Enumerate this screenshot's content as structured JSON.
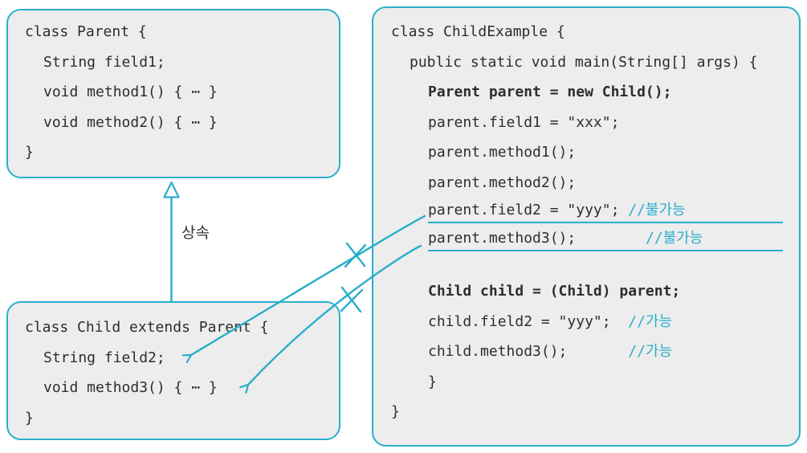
{
  "colors": {
    "accent": "#2aaecd",
    "box_fill": "#ededed",
    "text": "#2d2d2d"
  },
  "inheritance_arrow": {
    "label": "상속"
  },
  "boxes": {
    "parent": {
      "lines": [
        {
          "t": "class Parent {",
          "indent": 0
        },
        {
          "t": "String field1;",
          "indent": 1
        },
        {
          "t": "void method1() { ⋯ }",
          "indent": 1
        },
        {
          "t": "void method2() { ⋯ }",
          "indent": 1
        },
        {
          "t": "}",
          "indent": 0
        }
      ]
    },
    "child": {
      "lines": [
        {
          "t": "class Child extends Parent {",
          "indent": 0
        },
        {
          "t": "String field2;",
          "indent": 1
        },
        {
          "t": "void method3() { ⋯ }",
          "indent": 1
        },
        {
          "t": "}",
          "indent": 0
        }
      ]
    },
    "example": {
      "lines": [
        {
          "t": "class ChildExample {",
          "indent": 0
        },
        {
          "t": "public static void main(String[] args) {",
          "indent": 1
        },
        {
          "t": "Parent parent = new Child();",
          "indent": 2,
          "bold": true
        },
        {
          "t": "parent.field1 = \"xxx\";",
          "indent": 2
        },
        {
          "t": "parent.method1();",
          "indent": 2
        },
        {
          "t": "parent.method2();",
          "indent": 2
        },
        {
          "t": "parent.field2 = \"yyy\"; ",
          "indent": 2,
          "comment": "//불가능",
          "underline": true
        },
        {
          "t": "parent.method3();        ",
          "indent": 2,
          "comment": "//불가능",
          "underline": true
        },
        {
          "blank": true
        },
        {
          "t": "Child child = (Child) parent;",
          "indent": 2,
          "bold": true
        },
        {
          "t": "child.field2 = \"yyy\";  ",
          "indent": 2,
          "comment": "//가능"
        },
        {
          "t": "child.method3();       ",
          "indent": 2,
          "comment": "//가능"
        },
        {
          "t": "}",
          "indent": 2
        },
        {
          "t": "}",
          "indent": 0
        }
      ]
    }
  }
}
